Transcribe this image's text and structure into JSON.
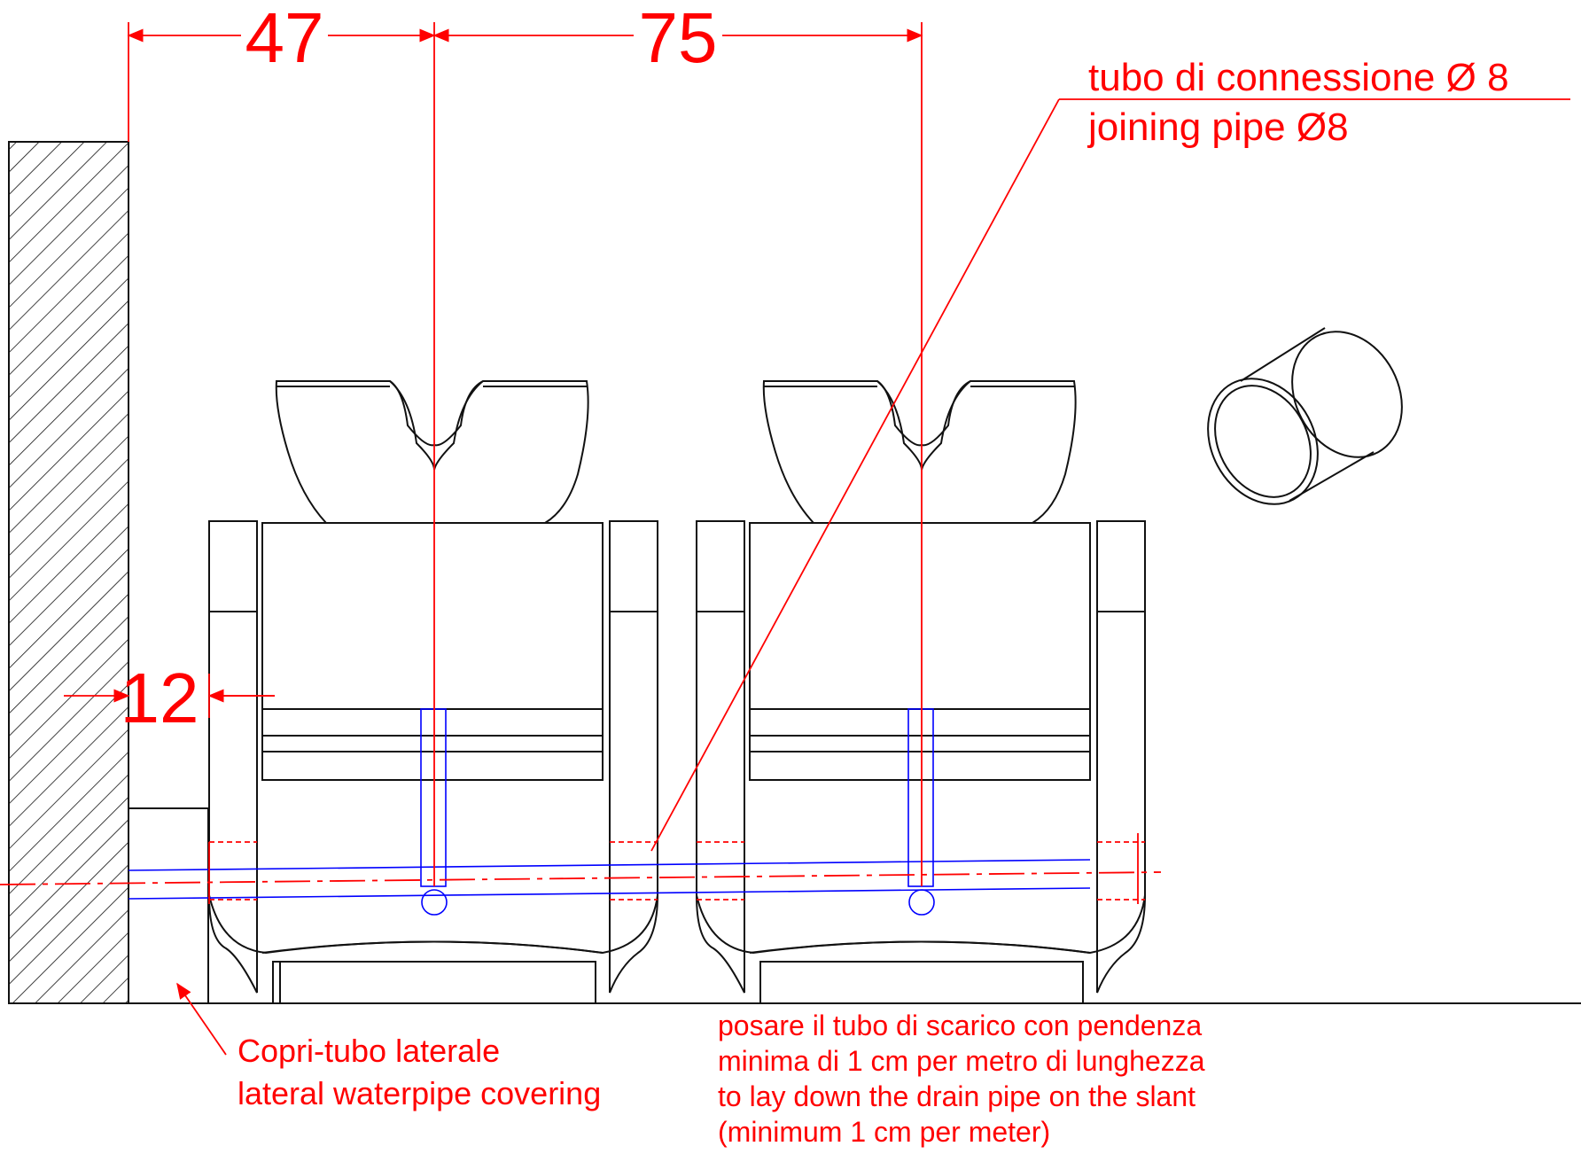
{
  "dimensions": {
    "left_spacing": "47",
    "center_spacing": "75",
    "side_gap": "12"
  },
  "notes": {
    "pipe_it": "tubo di connessione Ø 8",
    "pipe_en": "joining pipe Ø8",
    "cover_it": "Copri-tubo laterale",
    "cover_en": "lateral waterpipe covering",
    "slope_line1": "posare il tubo di scarico con pendenza",
    "slope_line2": "minima di 1 cm per metro di lunghezza",
    "slope_line3": "to lay down the drain pipe on the slant",
    "slope_line4": "(minimum 1 cm per meter)"
  },
  "colors": {
    "annotation": "#ff0000",
    "water_pipe": "#0000ff",
    "outline": "#111111"
  }
}
